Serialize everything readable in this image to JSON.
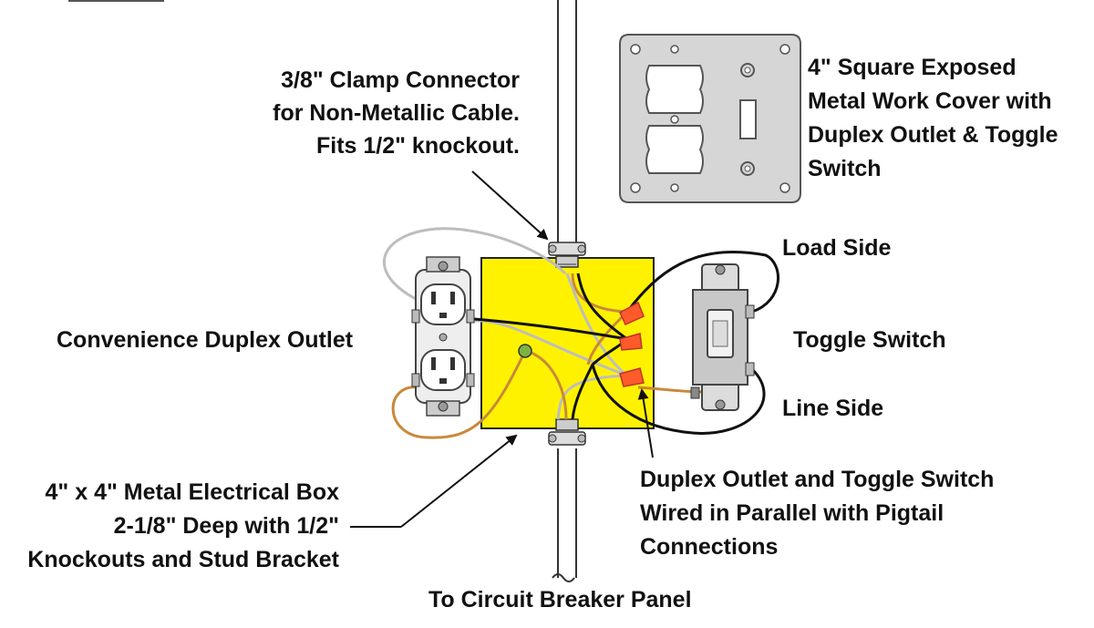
{
  "labels": {
    "clamp": [
      "3/8\" Clamp Connector",
      "for Non-Metallic Cable.",
      "Fits  1/2\" knockout."
    ],
    "cover": [
      "4\" Square Exposed",
      "Metal Work Cover with",
      "Duplex Outlet & Toggle",
      "Switch"
    ],
    "load_side": "Load Side",
    "toggle_switch": "Toggle Switch",
    "line_side": "Line Side",
    "outlet": "Convenience Duplex Outlet",
    "box": [
      "4\" x 4\" Metal Electrical Box",
      "2-1/8\" Deep with 1/2\"",
      "Knockouts and Stud Bracket"
    ],
    "parallel": [
      "Duplex Outlet and Toggle Switch",
      "Wired in Parallel with Pigtail",
      "Connections"
    ],
    "panel": "To Circuit Breaker Panel"
  },
  "colors": {
    "box_fill": "#fff200",
    "cover_fill": "#d6d6d6",
    "wire_black": "#111111",
    "wire_white": "#bdbdbd",
    "wire_ground": "#c8893a",
    "wire_nut": "#ff5a2a",
    "device_body": "#eeeeee"
  }
}
